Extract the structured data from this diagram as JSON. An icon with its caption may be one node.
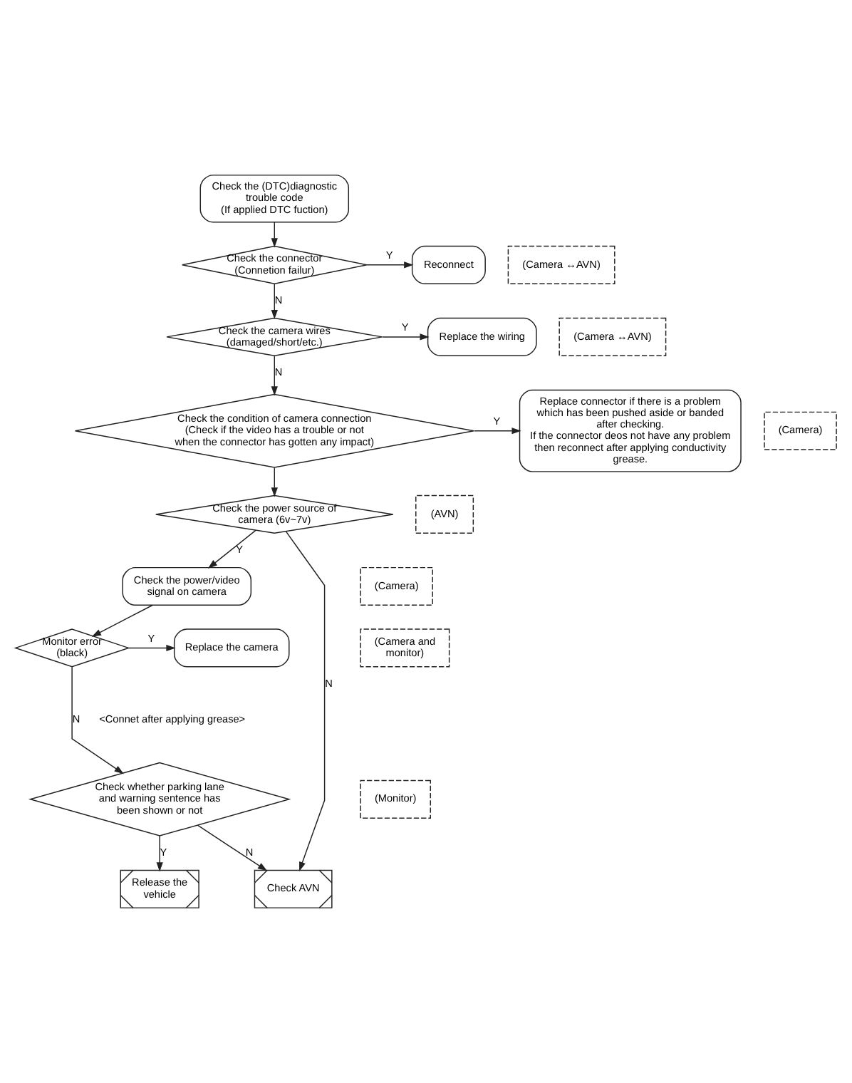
{
  "diagram": {
    "nodes": [
      {
        "text": [
          "Check the (DTC)diagnostic trouble code",
          "(If applied DTC fuction)"
        ]
      },
      {
        "text": [
          "Check the connector",
          "(Connetion failur)"
        ]
      },
      {
        "text": [
          "Reconnect"
        ]
      },
      {
        "text": [
          "(Camera ↔AVN)"
        ]
      },
      {
        "text": [
          "Check the camera wires",
          "(damaged/short/etc.)"
        ]
      },
      {
        "text": [
          "Replace the wiring"
        ]
      },
      {
        "text": [
          "(Camera ↔AVN)"
        ]
      },
      {
        "text": [
          "Check the condition of camera connection",
          "(Check if the video has a trouble or not when the connector has gotten any impact)"
        ]
      },
      {
        "text": [
          "Replace connector if there is a problem which has been pushed aside or banded after checking.",
          "If the connector deos not have any problem then reconnect after applying conductivity grease."
        ]
      },
      {
        "text": [
          "(Camera)"
        ]
      },
      {
        "text": [
          "Check the power source of camera (6v~7v)"
        ]
      },
      {
        "text": [
          "(AVN)"
        ]
      },
      {
        "text": [
          "Check the power/video signal on camera"
        ]
      },
      {
        "text": [
          "(Camera)"
        ]
      },
      {
        "text": [
          "Monitor error",
          "(black)"
        ]
      },
      {
        "text": [
          "Replace the camera"
        ]
      },
      {
        "text": [
          "(Camera and monitor)"
        ]
      },
      {
        "text": [
          "Check whether parking lane and warning sentence has been shown or not"
        ]
      },
      {
        "text": [
          "(Monitor)"
        ]
      },
      {
        "text": [
          "Release the vehicle"
        ]
      },
      {
        "text": [
          "Check AVN"
        ]
      }
    ],
    "edges": [
      {
        "from": 0,
        "to": 1,
        "arrow": "to"
      },
      {
        "from": 1,
        "to": 2,
        "arrow": "to",
        "label": "Y"
      },
      {
        "from": 1,
        "to": 4,
        "arrow": "to",
        "label": "N"
      },
      {
        "from": 4,
        "to": 5,
        "arrow": "to",
        "label": "Y"
      },
      {
        "from": 4,
        "to": 7,
        "arrow": "to",
        "label": "N"
      },
      {
        "from": 7,
        "to": 8,
        "arrow": "to",
        "label": "Y"
      },
      {
        "from": 7,
        "to": 10,
        "arrow": "to"
      },
      {
        "from": 10,
        "to": 12,
        "arrow": "to",
        "label": "Y"
      },
      {
        "from": 10,
        "to": 20,
        "arrow": "to",
        "label": "N"
      },
      {
        "from": 12,
        "to": 14,
        "arrow": "to"
      },
      {
        "from": 14,
        "to": 15,
        "arrow": "to",
        "label": "Y"
      },
      {
        "from": 14,
        "to": 17,
        "arrow": "to",
        "label": "N"
      },
      {
        "from": 17,
        "to": 20,
        "arrow": "to",
        "label": "N"
      },
      {
        "from": 17,
        "to": 19,
        "arrow": "to",
        "label": "Y"
      }
    ],
    "labels": [
      "<Connet after applying grease>"
    ]
  }
}
